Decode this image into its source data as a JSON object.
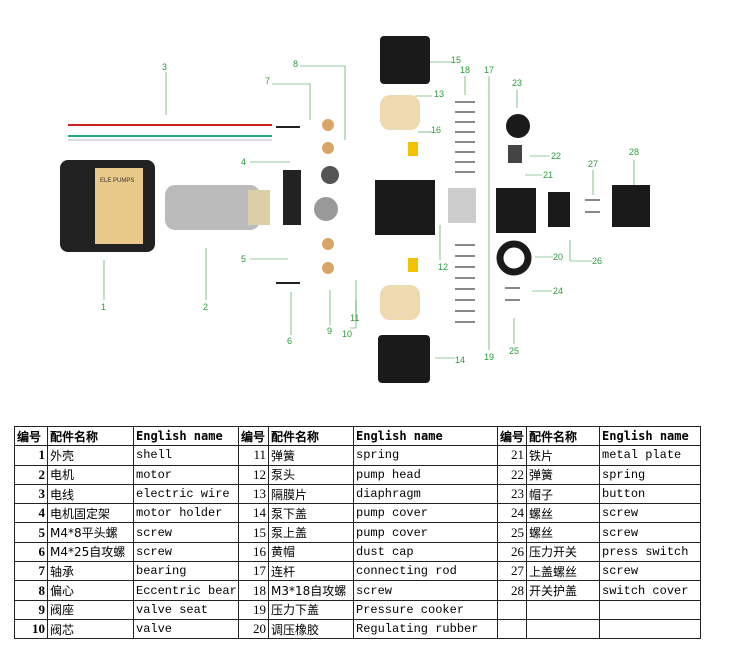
{
  "diagram": {
    "callouts": [
      "1",
      "2",
      "3",
      "4",
      "5",
      "6",
      "7",
      "8",
      "9",
      "10",
      "11",
      "12",
      "13",
      "14",
      "15",
      "16",
      "17",
      "18",
      "19",
      "20",
      "21",
      "22",
      "23",
      "24",
      "25",
      "26",
      "27",
      "28"
    ],
    "label_color": "#2a9a3a",
    "motor_label": "ELE PUMPS"
  },
  "table": {
    "headers": [
      "编号",
      "配件名称",
      "English name",
      "编号",
      "配件名称",
      "English name",
      "编号",
      "配件名称",
      "English name"
    ],
    "rows": [
      [
        [
          "1",
          "外壳",
          "shell"
        ],
        [
          "11",
          "弹簧",
          "spring"
        ],
        [
          "21",
          "铁片",
          "metal plate"
        ]
      ],
      [
        [
          "2",
          "电机",
          "motor"
        ],
        [
          "12",
          "泵头",
          "pump  head"
        ],
        [
          "22",
          "弹簧",
          "spring"
        ]
      ],
      [
        [
          "3",
          "电线",
          "electric wire"
        ],
        [
          "13",
          "隔膜片",
          "diaphragm"
        ],
        [
          "23",
          "帽子",
          "button"
        ]
      ],
      [
        [
          "4",
          "电机固定架",
          "motor holder"
        ],
        [
          "14",
          "泵下盖",
          "pump cover"
        ],
        [
          "24",
          "螺丝",
          "screw"
        ]
      ],
      [
        [
          "5",
          "M4*8平头螺",
          "screw"
        ],
        [
          "15",
          "泵上盖",
          "pump cover"
        ],
        [
          "25",
          "螺丝",
          "screw"
        ]
      ],
      [
        [
          "6",
          "M4*25自攻螺",
          "screw"
        ],
        [
          "16",
          "黄帽",
          "dust cap"
        ],
        [
          "26",
          "压力开关",
          "press switch"
        ]
      ],
      [
        [
          "7",
          "轴承",
          "bearing"
        ],
        [
          "17",
          "连杆",
          "connecting rod"
        ],
        [
          "27",
          "上盖螺丝",
          "screw"
        ]
      ],
      [
        [
          "8",
          "偏心",
          "Eccentric bear"
        ],
        [
          "18",
          "M3*18自攻螺",
          "screw"
        ],
        [
          "28",
          "开关护盖",
          "switch cover"
        ]
      ],
      [
        [
          "9",
          "阀座",
          "valve seat"
        ],
        [
          "19",
          "压力下盖",
          "Pressure cooker"
        ],
        [
          "",
          "",
          ""
        ]
      ],
      [
        [
          "10",
          "阀芯",
          "valve"
        ],
        [
          "20",
          "调压橡胶",
          "Regulating rubber"
        ],
        [
          "",
          "",
          ""
        ]
      ]
    ]
  }
}
